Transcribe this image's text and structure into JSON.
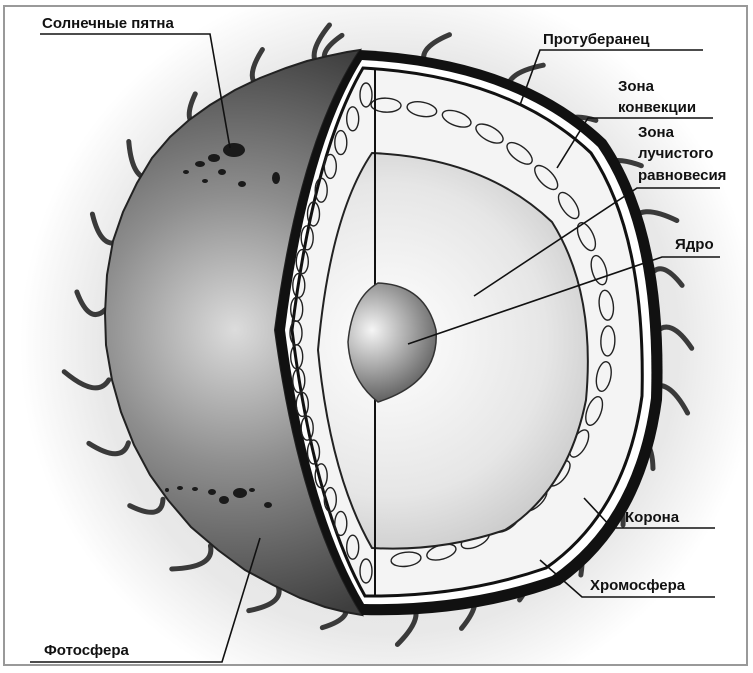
{
  "labels": {
    "sunspots": "Солнечные пятна",
    "prominence": "Протуберанец",
    "convection_zone": [
      "Зона",
      "конвекции"
    ],
    "radiative_zone": [
      "Зона",
      "лучистого",
      "равновесия"
    ],
    "core": "Ядро",
    "corona": "Корона",
    "chromosphere": "Хромосфера",
    "photosphere": "Фотосфера"
  },
  "colors": {
    "background": "#ffffff",
    "frame": "#999999",
    "ink": "#111111",
    "sphere_dark": "#4a4a4a",
    "sphere_light": "#d8d8d8"
  }
}
